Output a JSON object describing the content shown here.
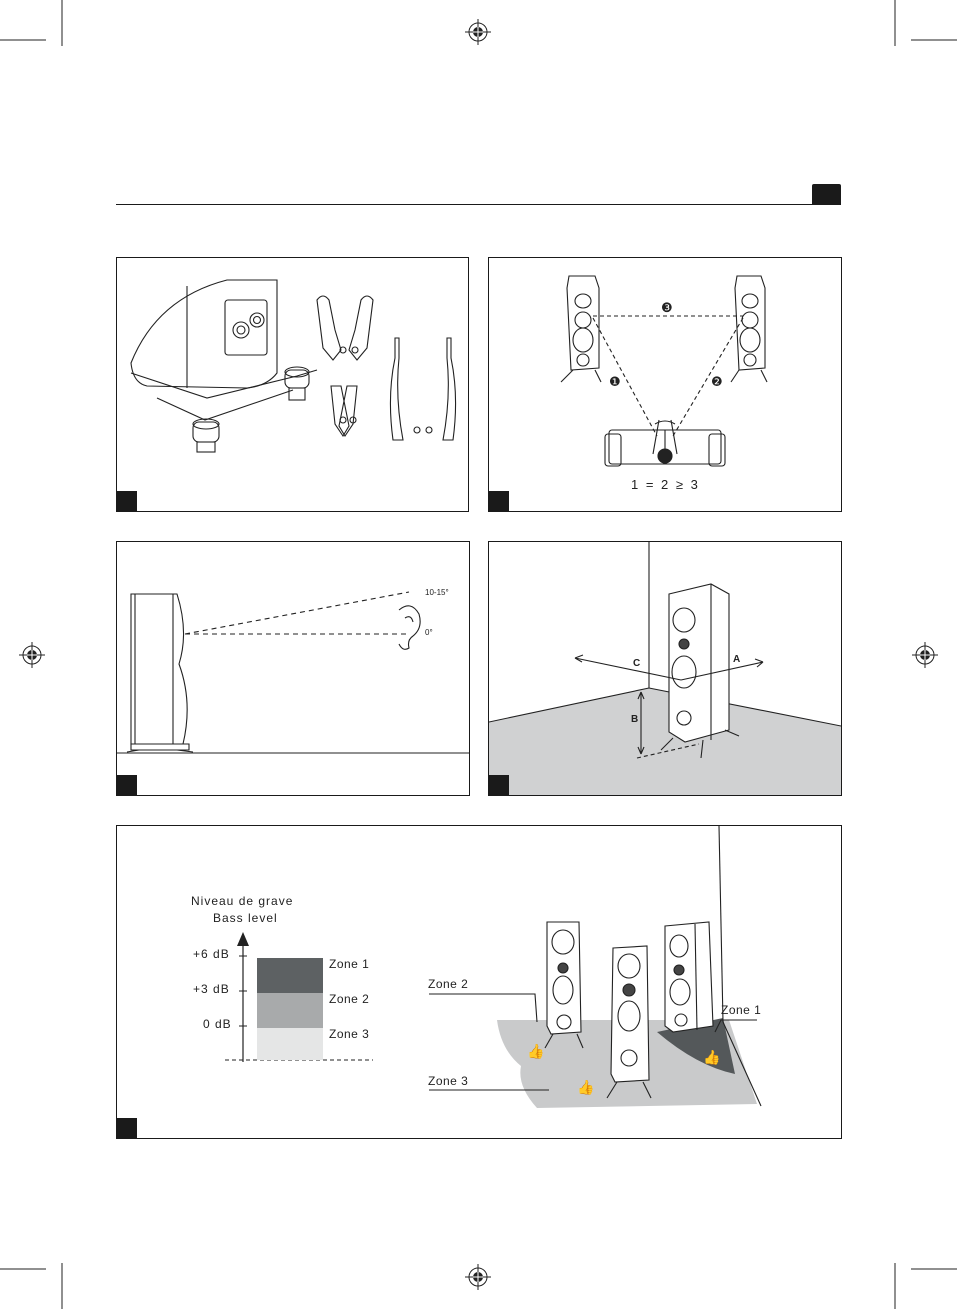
{
  "header": {
    "accent": "#1a1a1a"
  },
  "panel_placement": {
    "equation": "1 = 2 ≥ 3",
    "markers": [
      "❸",
      "❶",
      "❷"
    ]
  },
  "panel_tilt": {
    "angle_top": "10-15°",
    "angle_bottom": "0°"
  },
  "panel_distances": {
    "label_a": "A",
    "label_b": "B",
    "label_c": "C"
  },
  "panel_bass": {
    "title_fr": "Niveau de grave",
    "title_en": "Bass level",
    "scale": [
      "+6 dB",
      "+3 dB",
      "0 dB"
    ],
    "zones": [
      {
        "name": "Zone 1",
        "color": "#5d6163"
      },
      {
        "name": "Zone 2",
        "color": "#a8aaab"
      },
      {
        "name": "Zone 3",
        "color": "#e5e6e6"
      }
    ],
    "scene_labels": {
      "zone1": "Zone 1",
      "zone2": "Zone 2",
      "zone3": "Zone 3"
    }
  }
}
